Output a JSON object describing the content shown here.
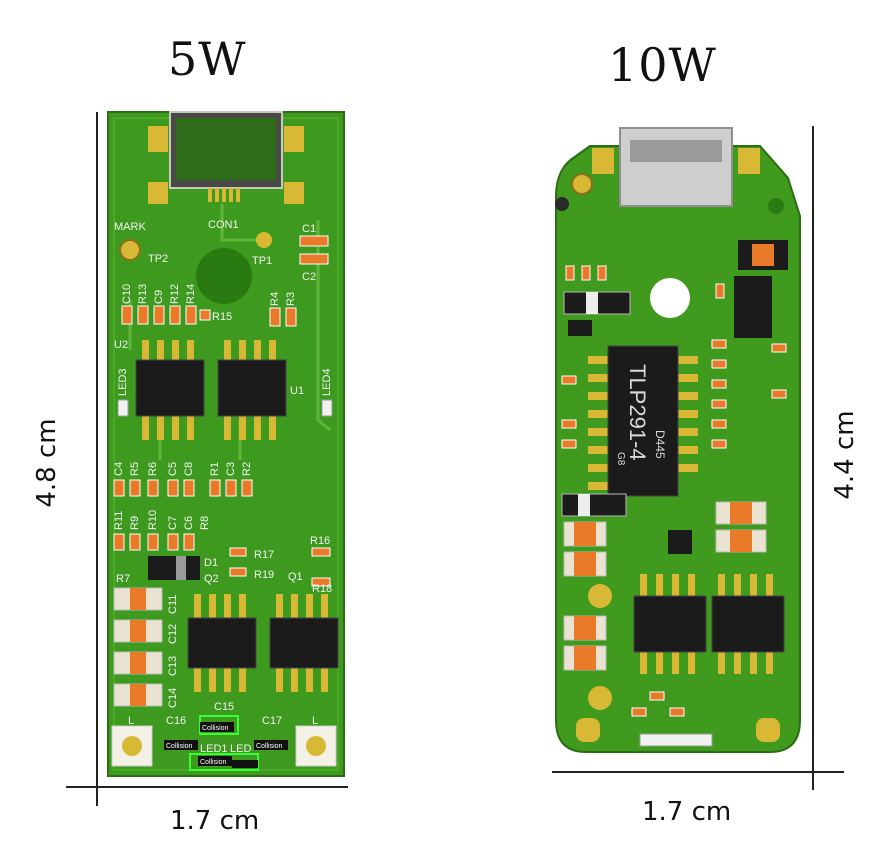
{
  "boards": [
    {
      "title": "5W",
      "width_label": "1.7 cm",
      "height_label": "4.8 cm",
      "silkscreen": [
        "MARK",
        "CON1",
        "TP2",
        "TP1",
        "C1",
        "C2",
        "C10",
        "R13",
        "C9",
        "R12",
        "R14",
        "R15",
        "R4",
        "R3",
        "U2",
        "U1",
        "LED3",
        "LED4",
        "C4",
        "R5",
        "R6",
        "C5",
        "C8",
        "R1",
        "C3",
        "R2",
        "R11",
        "R9",
        "R10",
        "C7",
        "C6",
        "R8",
        "R16",
        "R17",
        "R19",
        "D1",
        "Q2",
        "Q1",
        "R7",
        "R18",
        "C11",
        "C12",
        "C13",
        "C14",
        "C15",
        "C16",
        "C17",
        "L",
        "L",
        "LED1",
        "LED"
      ],
      "collision_label": "Collision"
    },
    {
      "title": "10W",
      "width_label": "1.7 cm",
      "height_label": "4.4 cm",
      "chip_text": [
        "TLP291-4",
        "D445",
        "G8"
      ]
    }
  ],
  "colors": {
    "pcb": "#3f9a1e",
    "pcb_dark": "#2f7d14",
    "pad": "#d9b836",
    "chip": "#1b1b1b",
    "orange": "#e87a2a"
  }
}
